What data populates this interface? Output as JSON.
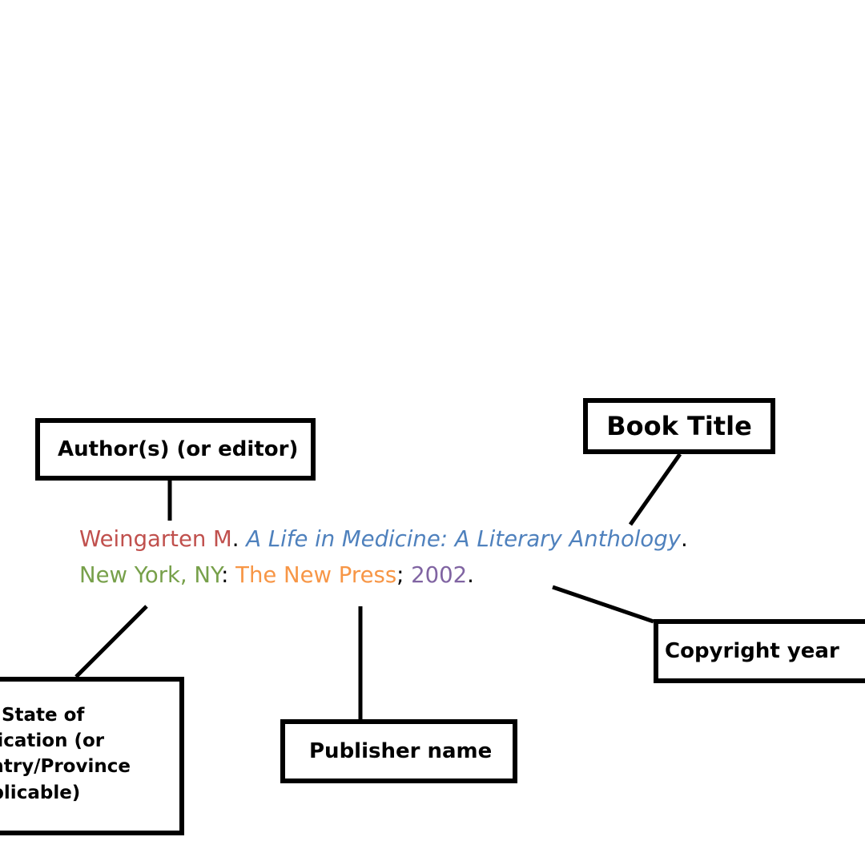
{
  "labels": {
    "author": "Author(s) (or editor)",
    "title": "Book Title",
    "year": "Copyright year",
    "publisher": "Publisher name",
    "place": "y, State of\nblication (or\nuntry/Province\npplicable)"
  },
  "citation": {
    "line1": {
      "author": "Weingarten M",
      "sep1": ". ",
      "title": "A Life in Medicine: A Literary Anthology",
      "sep2": "."
    },
    "line2": {
      "place": "New York, NY",
      "sep1": ": ",
      "publisher": "The New Press",
      "sep2": "; ",
      "year": "2002",
      "sep3": "."
    }
  },
  "colors": {
    "author": "#c0504d",
    "title": "#4f81bd",
    "place": "#77a04a",
    "publisher": "#f79646",
    "year": "#8064a2",
    "text": "#000000",
    "border": "#000000"
  }
}
